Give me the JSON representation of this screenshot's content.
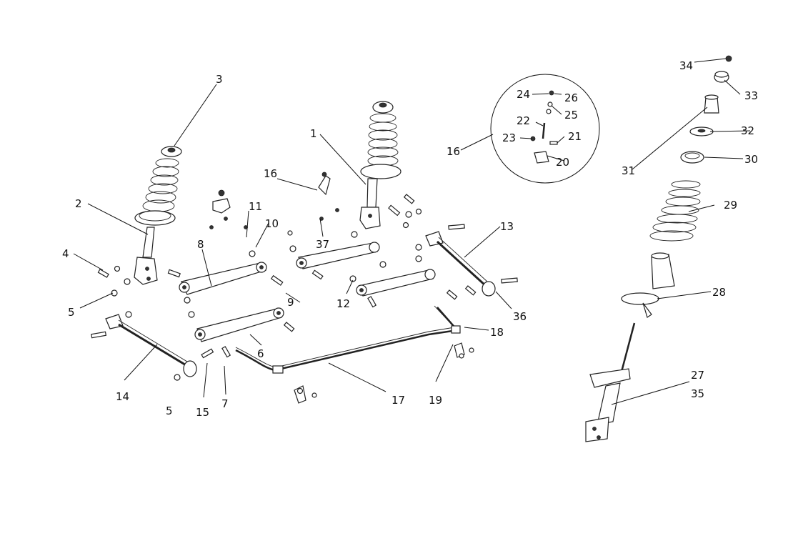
{
  "callouts": {
    "c1": "1",
    "c2": "2",
    "c3": "3",
    "c4": "4",
    "c5a": "5",
    "c5b": "5",
    "c6": "6",
    "c7": "7",
    "c8": "8",
    "c9": "9",
    "c10": "10",
    "c11": "11",
    "c12": "12",
    "c13": "13",
    "c14": "14",
    "c15": "15",
    "c16a": "16",
    "c16b": "16",
    "c17": "17",
    "c18": "18",
    "c19": "19",
    "c20": "20",
    "c21": "21",
    "c22": "22",
    "c23": "23",
    "c24": "24",
    "c25": "25",
    "c26": "26",
    "c27": "27",
    "c28": "28",
    "c29": "29",
    "c30": "30",
    "c31": "31",
    "c32": "32",
    "c33": "33",
    "c34": "34",
    "c35": "35",
    "c36": "36",
    "c37": "37"
  }
}
